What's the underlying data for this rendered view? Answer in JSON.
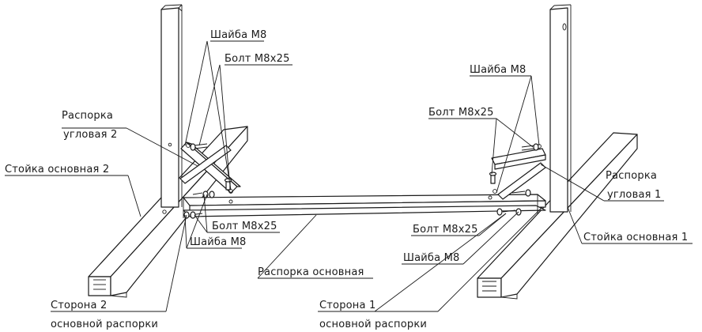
{
  "labels": {
    "washer_m8": "Шайба М8",
    "bolt_m8x25": "Болт М8х25",
    "corner_brace_2_line1": "Распорка",
    "corner_brace_2_line2": "угловая 2",
    "corner_brace_1_line1": "Распорка",
    "corner_brace_1_line2": "угловая 1",
    "main_post_2": "Стойка основная 2",
    "main_post_1": "Стойка основная 1",
    "main_brace": "Распорка основная",
    "side_2_line1": "Сторона 2",
    "side_1_line1": "Сторона 1",
    "side_line2": "основной распорки"
  }
}
